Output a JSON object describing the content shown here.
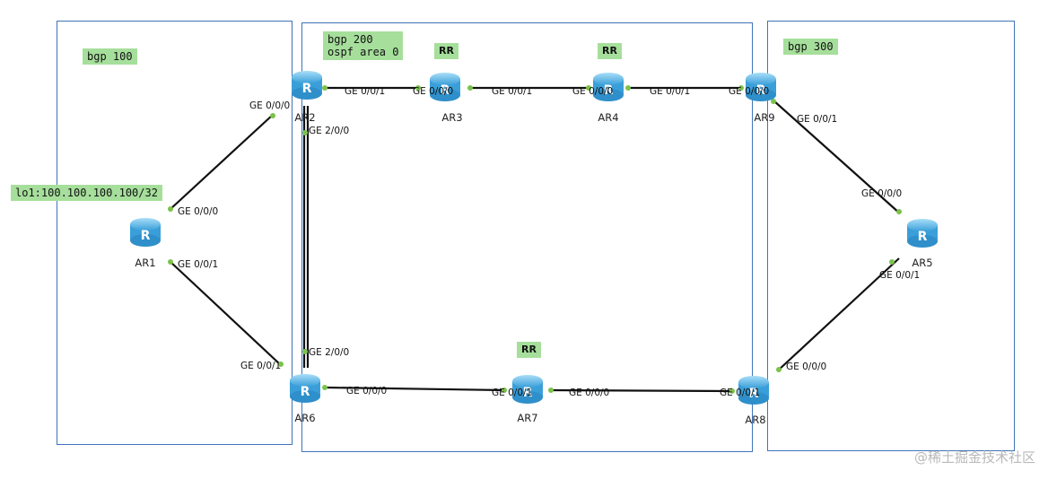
{
  "areas": [
    {
      "id": "as100",
      "label": "bgp 100"
    },
    {
      "id": "as200",
      "label": "bgp 200\nospf area 0"
    },
    {
      "id": "as300",
      "label": "bgp 300"
    }
  ],
  "loopback_label": "lo1:100.100.100.100/32",
  "rr_label": "RR",
  "routers": {
    "ar1": "AR1",
    "ar2": "AR2",
    "ar3": "AR3",
    "ar4": "AR4",
    "ar5": "AR5",
    "ar6": "AR6",
    "ar7": "AR7",
    "ar8": "AR8",
    "ar9": "AR9"
  },
  "router_glyph": "R",
  "ports": {
    "ar2_ge000": "GE 0/0/0",
    "ar2_ge001": "GE 0/0/1",
    "ar2_ge200": "GE 2/0/0",
    "ar3_ge000": "GE 0/0/0",
    "ar3_ge001": "GE 0/0/1",
    "ar4_ge000": "GE 0/0/0",
    "ar4_ge001": "GE 0/0/1",
    "ar9_ge000": "GE 0/0/0",
    "ar9_ge001": "GE 0/0/1",
    "ar1_ge000": "GE 0/0/0",
    "ar1_ge001": "GE 0/0/1",
    "ar5_ge000": "GE 0/0/0",
    "ar5_ge001": "GE 0/0/1",
    "ar6_ge001": "GE 0/0/1",
    "ar6_ge200": "GE 2/0/0",
    "ar6_ge000": "GE 0/0/0",
    "ar7_ge001": "GE 0/0/1",
    "ar7_ge000": "GE 0/0/0",
    "ar8_ge001": "GE 0/0/1",
    "ar8_ge000": "GE 0/0/0"
  },
  "watermark": "@稀土掘金技术社区",
  "colors": {
    "area_border": "#3f74b8",
    "tag_bg": "#a6df9b",
    "link": "#111111",
    "port_dot": "#7cc24a",
    "router_body": "#55b4e6"
  }
}
